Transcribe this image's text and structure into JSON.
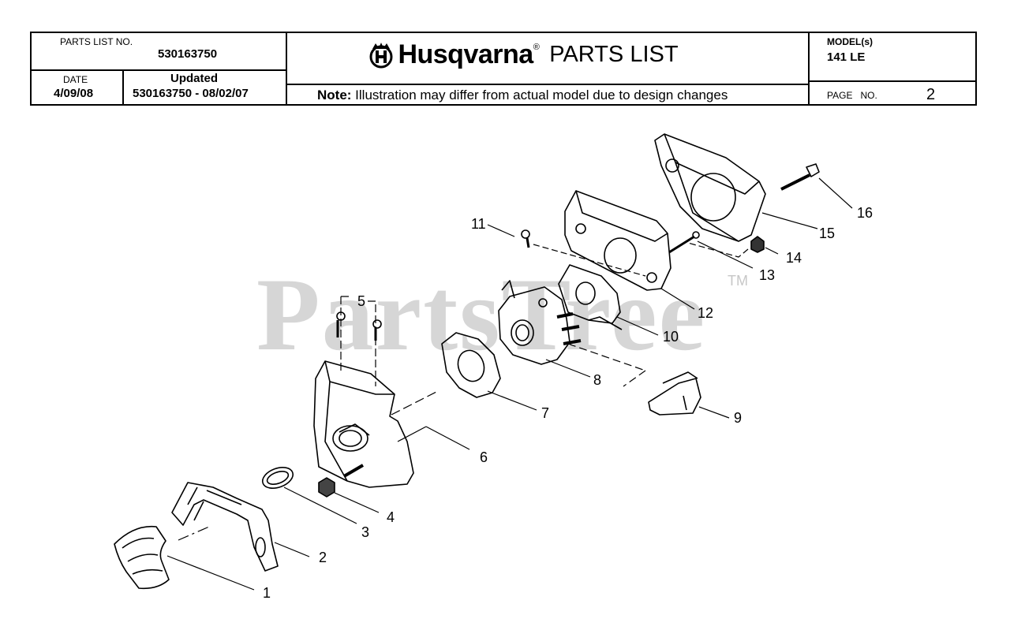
{
  "header": {
    "parts_list_no_label": "PARTS LIST NO.",
    "parts_list_no": "530163750",
    "date_label": "DATE",
    "date": "4/09/08",
    "updated_label": "Updated",
    "updated_value": "530163750 - 08/02/07",
    "brand": "Husqvarna",
    "brand_reg": "®",
    "title": "PARTS LIST",
    "note_label": "Note:",
    "note_text": " Illustration may differ from actual model due to design changes",
    "model_label": "MODEL(s)",
    "model": "141 LE",
    "page_label": "PAGE   NO.",
    "page_no": "2"
  },
  "watermark": {
    "text": "PartsTree",
    "tm": "TM"
  },
  "callouts": [
    "1",
    "2",
    "3",
    "4",
    "5",
    "6",
    "7",
    "8",
    "9",
    "10",
    "11",
    "12",
    "13",
    "14",
    "15",
    "16"
  ]
}
